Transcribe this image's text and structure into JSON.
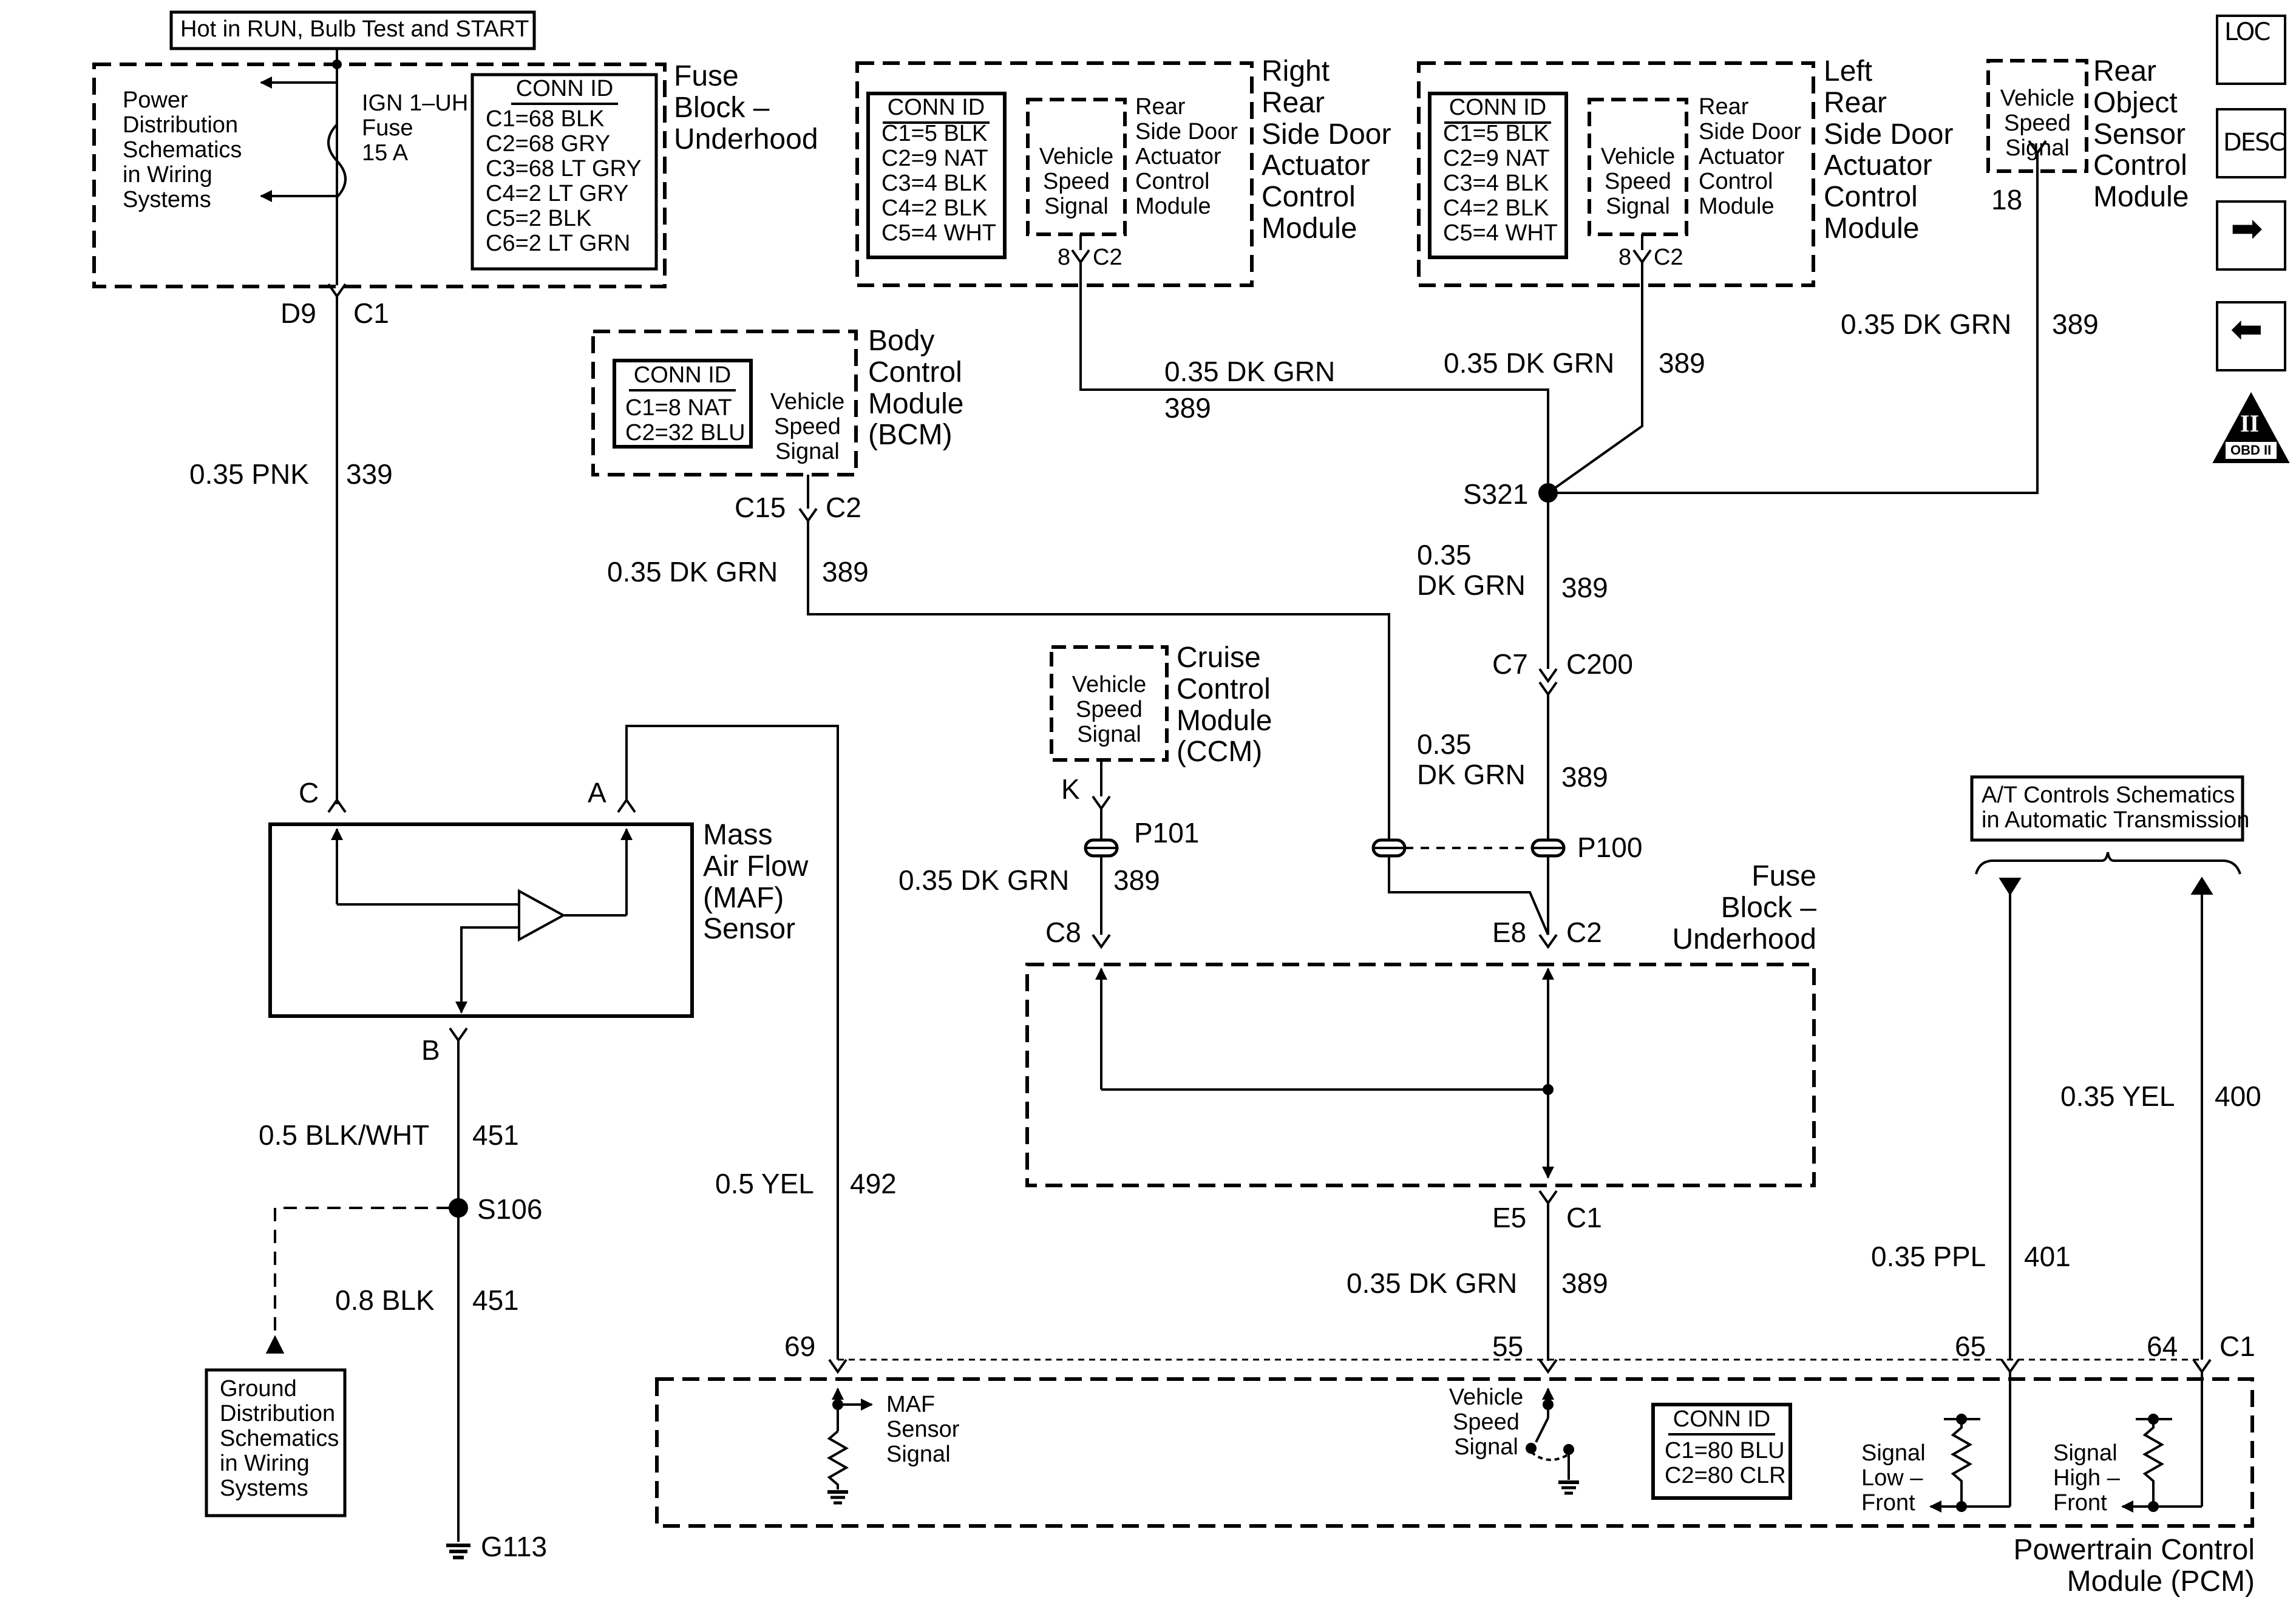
{
  "header": {
    "hot_note": "Hot in RUN, Bulb Test and START"
  },
  "fuse_block_top": {
    "title": "Fuse\nBlock –\nUnderhood",
    "power_note": "Power\nDistribution\nSchematics\nin Wiring\nSystems",
    "fuse_label": "IGN 1–UH\nFuse\n15 A",
    "conn_title": "CONN ID",
    "conn_lines": "C1=68 BLK\nC2=68 GRY\nC3=68 LT GRY\nC4=2 LT GRY\nC5=2 BLK\nC6=2 LT GRN",
    "pin": "D9",
    "conn": "C1"
  },
  "right_rear_door": {
    "title": "Right\nRear\nSide Door\nActuator\nControl\nModule",
    "conn_title": "CONN ID",
    "conn_lines": "C1=5 BLK\nC2=9 NAT\nC3=4 BLK\nC4=2 BLK\nC5=4 WHT",
    "vss": "Vehicle\nSpeed\nSignal",
    "sub": "Rear\nSide Door\nActuator\nControl\nModule",
    "pin": "8",
    "conn": "C2"
  },
  "left_rear_door": {
    "title": "Left\nRear\nSide Door\nActuator\nControl\nModule",
    "conn_title": "CONN ID",
    "conn_lines": "C1=5 BLK\nC2=9 NAT\nC3=4 BLK\nC4=2 BLK\nC5=4 WHT",
    "vss": "Vehicle\nSpeed\nSignal",
    "sub": "Rear\nSide Door\nActuator\nControl\nModule",
    "pin": "8",
    "conn": "C2"
  },
  "rear_object": {
    "title": "Rear\nObject\nSensor\nControl\nModule",
    "vss": "Vehicle\nSpeed\nSignal",
    "pin": "18"
  },
  "bcm": {
    "title": "Body\nControl\nModule\n(BCM)",
    "conn_title": "CONN ID",
    "conn_lines": "C1=8 NAT\nC2=32 BLU",
    "vss": "Vehicle\nSpeed\nSignal",
    "pin": "C15",
    "conn": "C2"
  },
  "ccm": {
    "title": "Cruise\nControl\nModule\n(CCM)",
    "vss": "Vehicle\nSpeed\nSignal",
    "pin": "K"
  },
  "maf": {
    "title": "Mass\nAir Flow\n(MAF)\nSensor",
    "pin_c": "C",
    "pin_a": "A",
    "pin_b": "B"
  },
  "fuse_block_mid": {
    "title": "Fuse\nBlock –\nUnderhood",
    "pin_c8": "C8",
    "pin_e8": "E8",
    "conn_c2": "C2",
    "pin_e5": "E5",
    "conn_c1": "C1"
  },
  "at_note": "A/T Controls Schematics\nin Automatic Transmission",
  "ground_note": "Ground\nDistribution\nSchematics\nin Wiring\nSystems",
  "pcm": {
    "title": "Powertrain Control\nModule (PCM)",
    "conn_title": "CONN ID",
    "conn_lines": "C1=80 BLU\nC2=80 CLR",
    "maf_signal": "MAF\nSensor\nSignal",
    "vss": "Vehicle\nSpeed\nSignal",
    "sig_low": "Signal\nLow –\nFront",
    "sig_high": "Signal\nHigh –\nFront",
    "pin_69": "69",
    "pin_55": "55",
    "pin_65": "65",
    "pin_64": "64",
    "conn": "C1"
  },
  "splices": {
    "s321": "S321",
    "s106": "S106",
    "g113": "G113",
    "p101": "P101",
    "p100": "P100",
    "c7": "C7",
    "c200": "C200"
  },
  "wires": {
    "w_pnk_desc": "0.35 PNK",
    "w_pnk_num": "339",
    "w_rr_desc": "0.35 DK GRN",
    "w_rr_num": "389",
    "w_lr_desc": "0.35 DK GRN",
    "w_lr_num": "389",
    "w_ro_desc": "0.35 DK GRN",
    "w_ro_num": "389",
    "w_bcm_desc": "0.35 DK GRN",
    "w_bcm_num": "389",
    "w_s321_desc": "0.35\nDK GRN",
    "w_s321_num": "389",
    "w_c7_desc": "0.35\nDK GRN",
    "w_c7_num": "389",
    "w_ccm_desc": "0.35 DK GRN",
    "w_ccm_num": "389",
    "w_451a_desc": "0.5 BLK/WHT",
    "w_451a_num": "451",
    "w_451b_desc": "0.8 BLK",
    "w_451b_num": "451",
    "w_yel_desc": "0.5 YEL",
    "w_yel_num": "492",
    "w_e5_desc": "0.35 DK GRN",
    "w_e5_num": "389",
    "w_ppl_desc": "0.35 PPL",
    "w_ppl_num": "401",
    "w_yel400_desc": "0.35 YEL",
    "w_yel400_num": "400"
  },
  "nav": {
    "loc": "LOC",
    "desc": "DESC",
    "obd_roman": "II",
    "obd_label": "OBD II",
    "forward_icon": "arrow-right-icon",
    "back_icon": "arrow-left-icon"
  }
}
